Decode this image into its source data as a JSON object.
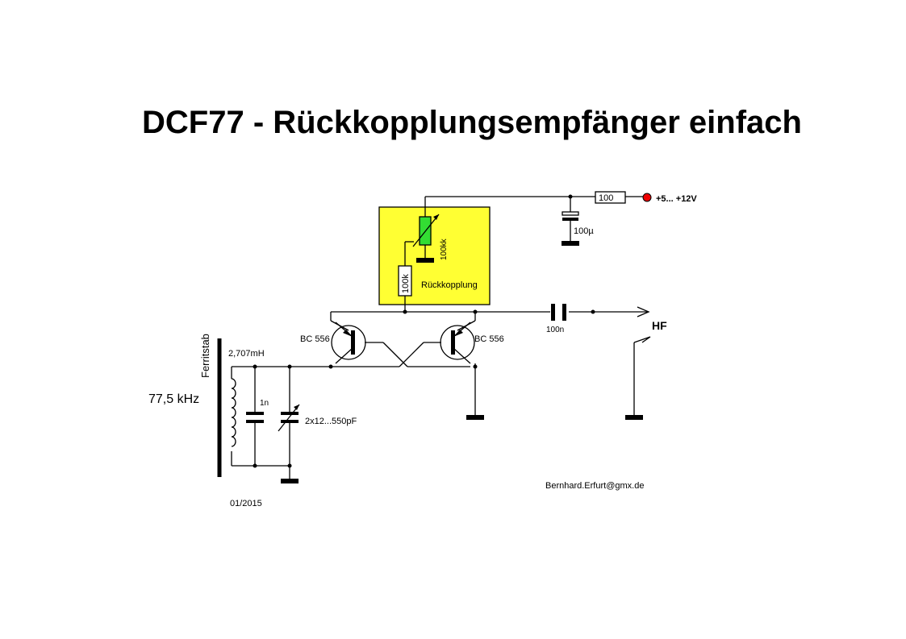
{
  "title": "DCF77 - Rückkopplungsempfänger einfach",
  "labels": {
    "resistor_supply": "100",
    "supply_voltage": "+5... +12V",
    "electrolytic_cap": "100µ",
    "poti": "100kk",
    "resistor_feedback": "100k",
    "feedback_box": "Rückkopplung",
    "transistor_left": "BC 556",
    "transistor_right": "BC 556",
    "coupling_cap": "100n",
    "output": "HF",
    "rod": "Ferritstab",
    "inductance": "2,707mH",
    "frequency": "77,5 kHz",
    "fixed_cap": "1n",
    "variable_cap": "2x12...550pF",
    "author_email": "Bernhard.Erfurt@gmx.de",
    "date": "01/2015"
  },
  "colors": {
    "feedback_box_fill": "#ffff33",
    "poti_fill": "#33dd33",
    "supply_terminal": "#ee0000",
    "lines": "#000000"
  }
}
